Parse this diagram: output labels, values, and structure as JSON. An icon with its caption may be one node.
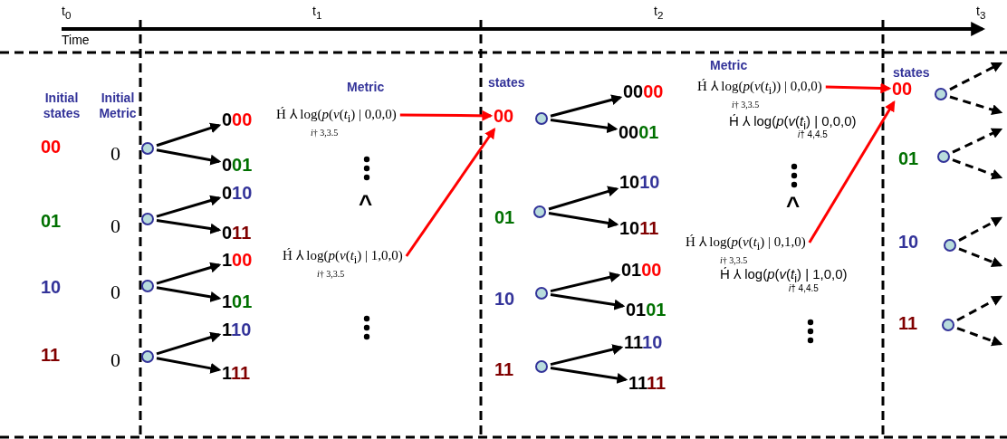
{
  "diagram": {
    "nodes": [
      {
        "text": [],
        "shape": "circle"
      },
      {
        "text": [],
        "shape": "circle"
      },
      {
        "text": [],
        "shape": "circle"
      },
      {
        "text": [],
        "shape": "circle"
      },
      {
        "text": [
          "000"
        ]
      },
      {
        "text": [
          "001"
        ]
      },
      {
        "text": [
          "010"
        ]
      },
      {
        "text": [
          "011"
        ]
      },
      {
        "text": [
          "100"
        ]
      },
      {
        "text": [
          "101"
        ]
      },
      {
        "text": [
          "110"
        ]
      },
      {
        "text": [
          "111"
        ]
      },
      {
        "text": [
          "H́ ⅄ log(*p*(*v*(*t*$_{i}$) | 0,0,0)",
          "*i*† 3,3.5"
        ]
      },
      {
        "text": [
          "H́ ⅄ log(*p*(*v*(*t*$_{i}$) | 1,0,0)",
          "*i*† 3,3.5"
        ]
      },
      {
        "text": [
          "00"
        ]
      },
      {
        "text": [],
        "shape": "circle"
      },
      {
        "text": [],
        "shape": "circle"
      },
      {
        "text": [],
        "shape": "circle"
      },
      {
        "text": [],
        "shape": "circle"
      },
      {
        "text": [
          "0000"
        ]
      },
      {
        "text": [
          "0001"
        ]
      },
      {
        "text": [
          "1010"
        ]
      },
      {
        "text": [
          "1011"
        ]
      },
      {
        "text": [
          "0100"
        ]
      },
      {
        "text": [
          "0101"
        ]
      },
      {
        "text": [
          "1110"
        ]
      },
      {
        "text": [
          "1111"
        ]
      },
      {
        "text": [
          "H́ ⅄ log(*p*(*v*(*t*$_{i}$)) | 0,0,0)",
          "*i*† 3,3.5"
        ]
      },
      {
        "text": [
          "H́ ⅄ log(*p*(*v*(*t*$_{i}$) | 0,1,0)",
          "*i*† 3,3.5"
        ]
      },
      {
        "text": [
          "00"
        ]
      },
      {
        "text": [],
        "shape": "circle"
      },
      {
        "text": [],
        "shape": "circle"
      },
      {
        "text": [],
        "shape": "circle"
      },
      {
        "text": [],
        "shape": "circle"
      }
    ],
    "edges": [
      {
        "from": 0,
        "to": 4,
        "arrow": "to"
      },
      {
        "from": 0,
        "to": 5,
        "arrow": "to"
      },
      {
        "from": 1,
        "to": 6,
        "arrow": "to"
      },
      {
        "from": 1,
        "to": 7,
        "arrow": "to"
      },
      {
        "from": 2,
        "to": 8,
        "arrow": "to"
      },
      {
        "from": 2,
        "to": 9,
        "arrow": "to"
      },
      {
        "from": 3,
        "to": 10,
        "arrow": "to"
      },
      {
        "from": 3,
        "to": 11,
        "arrow": "to"
      },
      {
        "from": 12,
        "to": 14,
        "arrow": "to",
        "color": "#ff0000"
      },
      {
        "from": 13,
        "to": 14,
        "arrow": "to",
        "color": "#ff0000"
      },
      {
        "from": 15,
        "to": 19,
        "arrow": "to"
      },
      {
        "from": 15,
        "to": 20,
        "arrow": "to"
      },
      {
        "from": 16,
        "to": 21,
        "arrow": "to"
      },
      {
        "from": 16,
        "to": 22,
        "arrow": "to"
      },
      {
        "from": 17,
        "to": 23,
        "arrow": "to"
      },
      {
        "from": 17,
        "to": 24,
        "arrow": "to"
      },
      {
        "from": 18,
        "to": 25,
        "arrow": "to"
      },
      {
        "from": 18,
        "to": 26,
        "arrow": "to"
      },
      {
        "from": 27,
        "to": 29,
        "arrow": "to",
        "color": "#ff0000"
      },
      {
        "from": 28,
        "to": 29,
        "arrow": "to",
        "color": "#ff0000"
      },
      {
        "from": 30,
        "to": null,
        "arrow": "to",
        "style": "dashed"
      },
      {
        "from": 30,
        "to": null,
        "arrow": "to",
        "style": "dashed"
      },
      {
        "from": 31,
        "to": null,
        "arrow": "to",
        "style": "dashed"
      },
      {
        "from": 31,
        "to": null,
        "arrow": "to",
        "style": "dashed"
      },
      {
        "from": 32,
        "to": null,
        "arrow": "to",
        "style": "dashed"
      },
      {
        "from": 32,
        "to": null,
        "arrow": "to",
        "style": "dashed"
      },
      {
        "from": 33,
        "to": null,
        "arrow": "to",
        "style": "dashed"
      },
      {
        "from": 33,
        "to": null,
        "arrow": "to",
        "style": "dashed"
      }
    ],
    "labels": [
      "t$_{0}$",
      "t$_{1}$",
      "t$_{2}$",
      "t$_{3}$",
      "Time",
      "Initial states",
      "Initial Metric",
      "00",
      "0",
      "01",
      "0",
      "10",
      "0",
      "11",
      "0",
      "Metric",
      "^",
      "states",
      "01",
      "10",
      "11",
      "Metric",
      "H́ ⅄ log(*p*(*v*(*t*$_{i}$) | 0,0,0)",
      "*i*† 4,4.5",
      "^",
      "H́ ⅄ log(*p*(*v*(*t*$_{i}$) | 1,0,0)",
      "*i*† 4,4.5",
      "states",
      "01",
      "10",
      "11"
    ]
  }
}
